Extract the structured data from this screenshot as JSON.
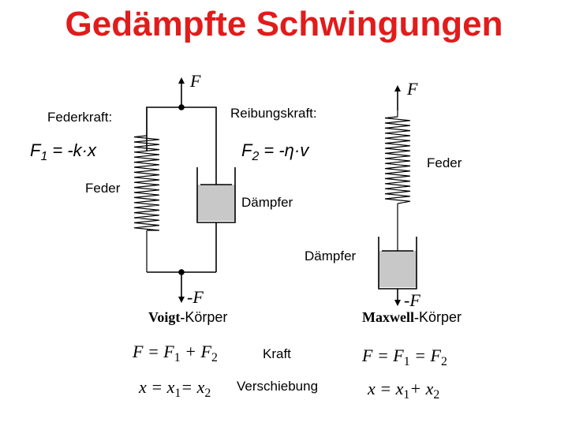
{
  "title": "Gedämpfte Schwingungen",
  "labels": {
    "force_top_left": "F",
    "force_top_right": "F",
    "federkraft": "Federkraft:",
    "f1_main": "F",
    "f1_sub": "1",
    "f1_rhs": " = -k·x",
    "reibungskraft": "Reibungskraft:",
    "f2_main": "F",
    "f2_sub": "2",
    "f2_rhs": " = -η·v",
    "feder_left": "Feder",
    "feder_right": "Feder",
    "daempfer_left": "Dämpfer",
    "daempfer_right": "Dämpfer",
    "force_bottom_left": "-F",
    "force_bottom_right": "-F",
    "voigt_name": "Voigt-",
    "voigt_suffix": "Körper",
    "maxwell_name": "Maxwell-",
    "maxwell_suffix": "Körper",
    "kraft": "Kraft",
    "verschiebung": "Verschiebung"
  },
  "equations": {
    "voigt_force": {
      "lhs": "F = F",
      "sub1": "1",
      "mid": " + F",
      "sub2": "2"
    },
    "voigt_disp": {
      "lhs": "x = x",
      "sub1": "1",
      "mid": "= x",
      "sub2": "2"
    },
    "maxwell_force": {
      "lhs": "F = F",
      "sub1": "1",
      "mid": " = F",
      "sub2": "2"
    },
    "maxwell_disp": {
      "lhs": "x = x",
      "sub1": "1",
      "mid": "+ x",
      "sub2": "2"
    }
  },
  "colors": {
    "title": "#e21b1b",
    "damper_fill": "#c8c8c8",
    "line": "#000000"
  }
}
